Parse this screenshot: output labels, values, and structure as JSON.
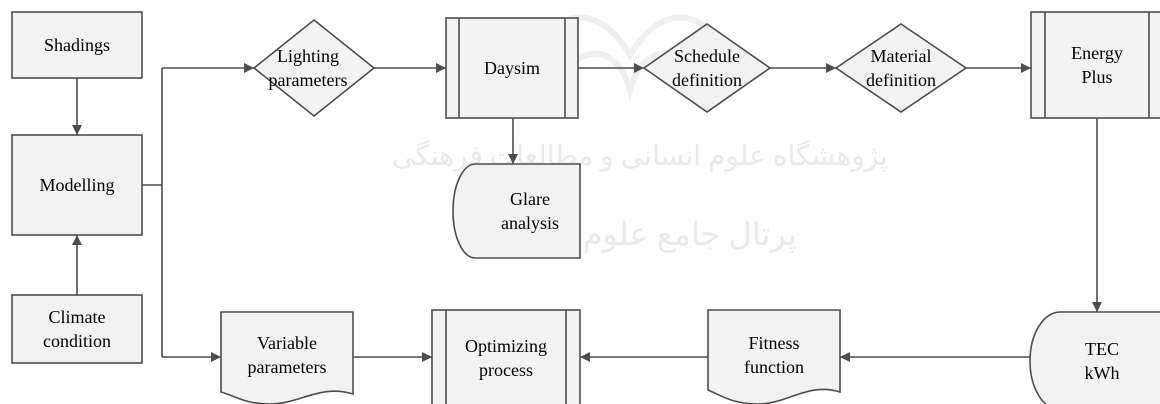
{
  "watermark": {
    "line1": "پژوهشگاه علوم انسانی و مطالعات فرهنگی",
    "line2": "پرتال جامع علوم انسانی"
  },
  "nodes": {
    "shadings": {
      "lines": [
        "Shadings"
      ]
    },
    "modelling": {
      "lines": [
        "Modelling"
      ]
    },
    "climate": {
      "lines": [
        "Climate",
        "condition"
      ]
    },
    "lighting": {
      "lines": [
        "Lighting",
        "parameters"
      ]
    },
    "daysim": {
      "lines": [
        "Daysim"
      ]
    },
    "schedule": {
      "lines": [
        "Schedule",
        "definition"
      ]
    },
    "material": {
      "lines": [
        "Material",
        "definition"
      ]
    },
    "energyplus": {
      "lines": [
        "Energy",
        "Plus"
      ]
    },
    "glare": {
      "lines": [
        "Glare",
        "analysis"
      ]
    },
    "variable": {
      "lines": [
        "Variable",
        "parameters"
      ]
    },
    "optimizing": {
      "lines": [
        "Optimizing",
        "process"
      ]
    },
    "fitness": {
      "lines": [
        "Fitness",
        "function"
      ]
    },
    "tec": {
      "lines": [
        "TEC",
        "kWh"
      ]
    }
  },
  "colors": {
    "fill": "#f2f2f2",
    "stroke": "#4d4d4d",
    "text": "#000000"
  }
}
